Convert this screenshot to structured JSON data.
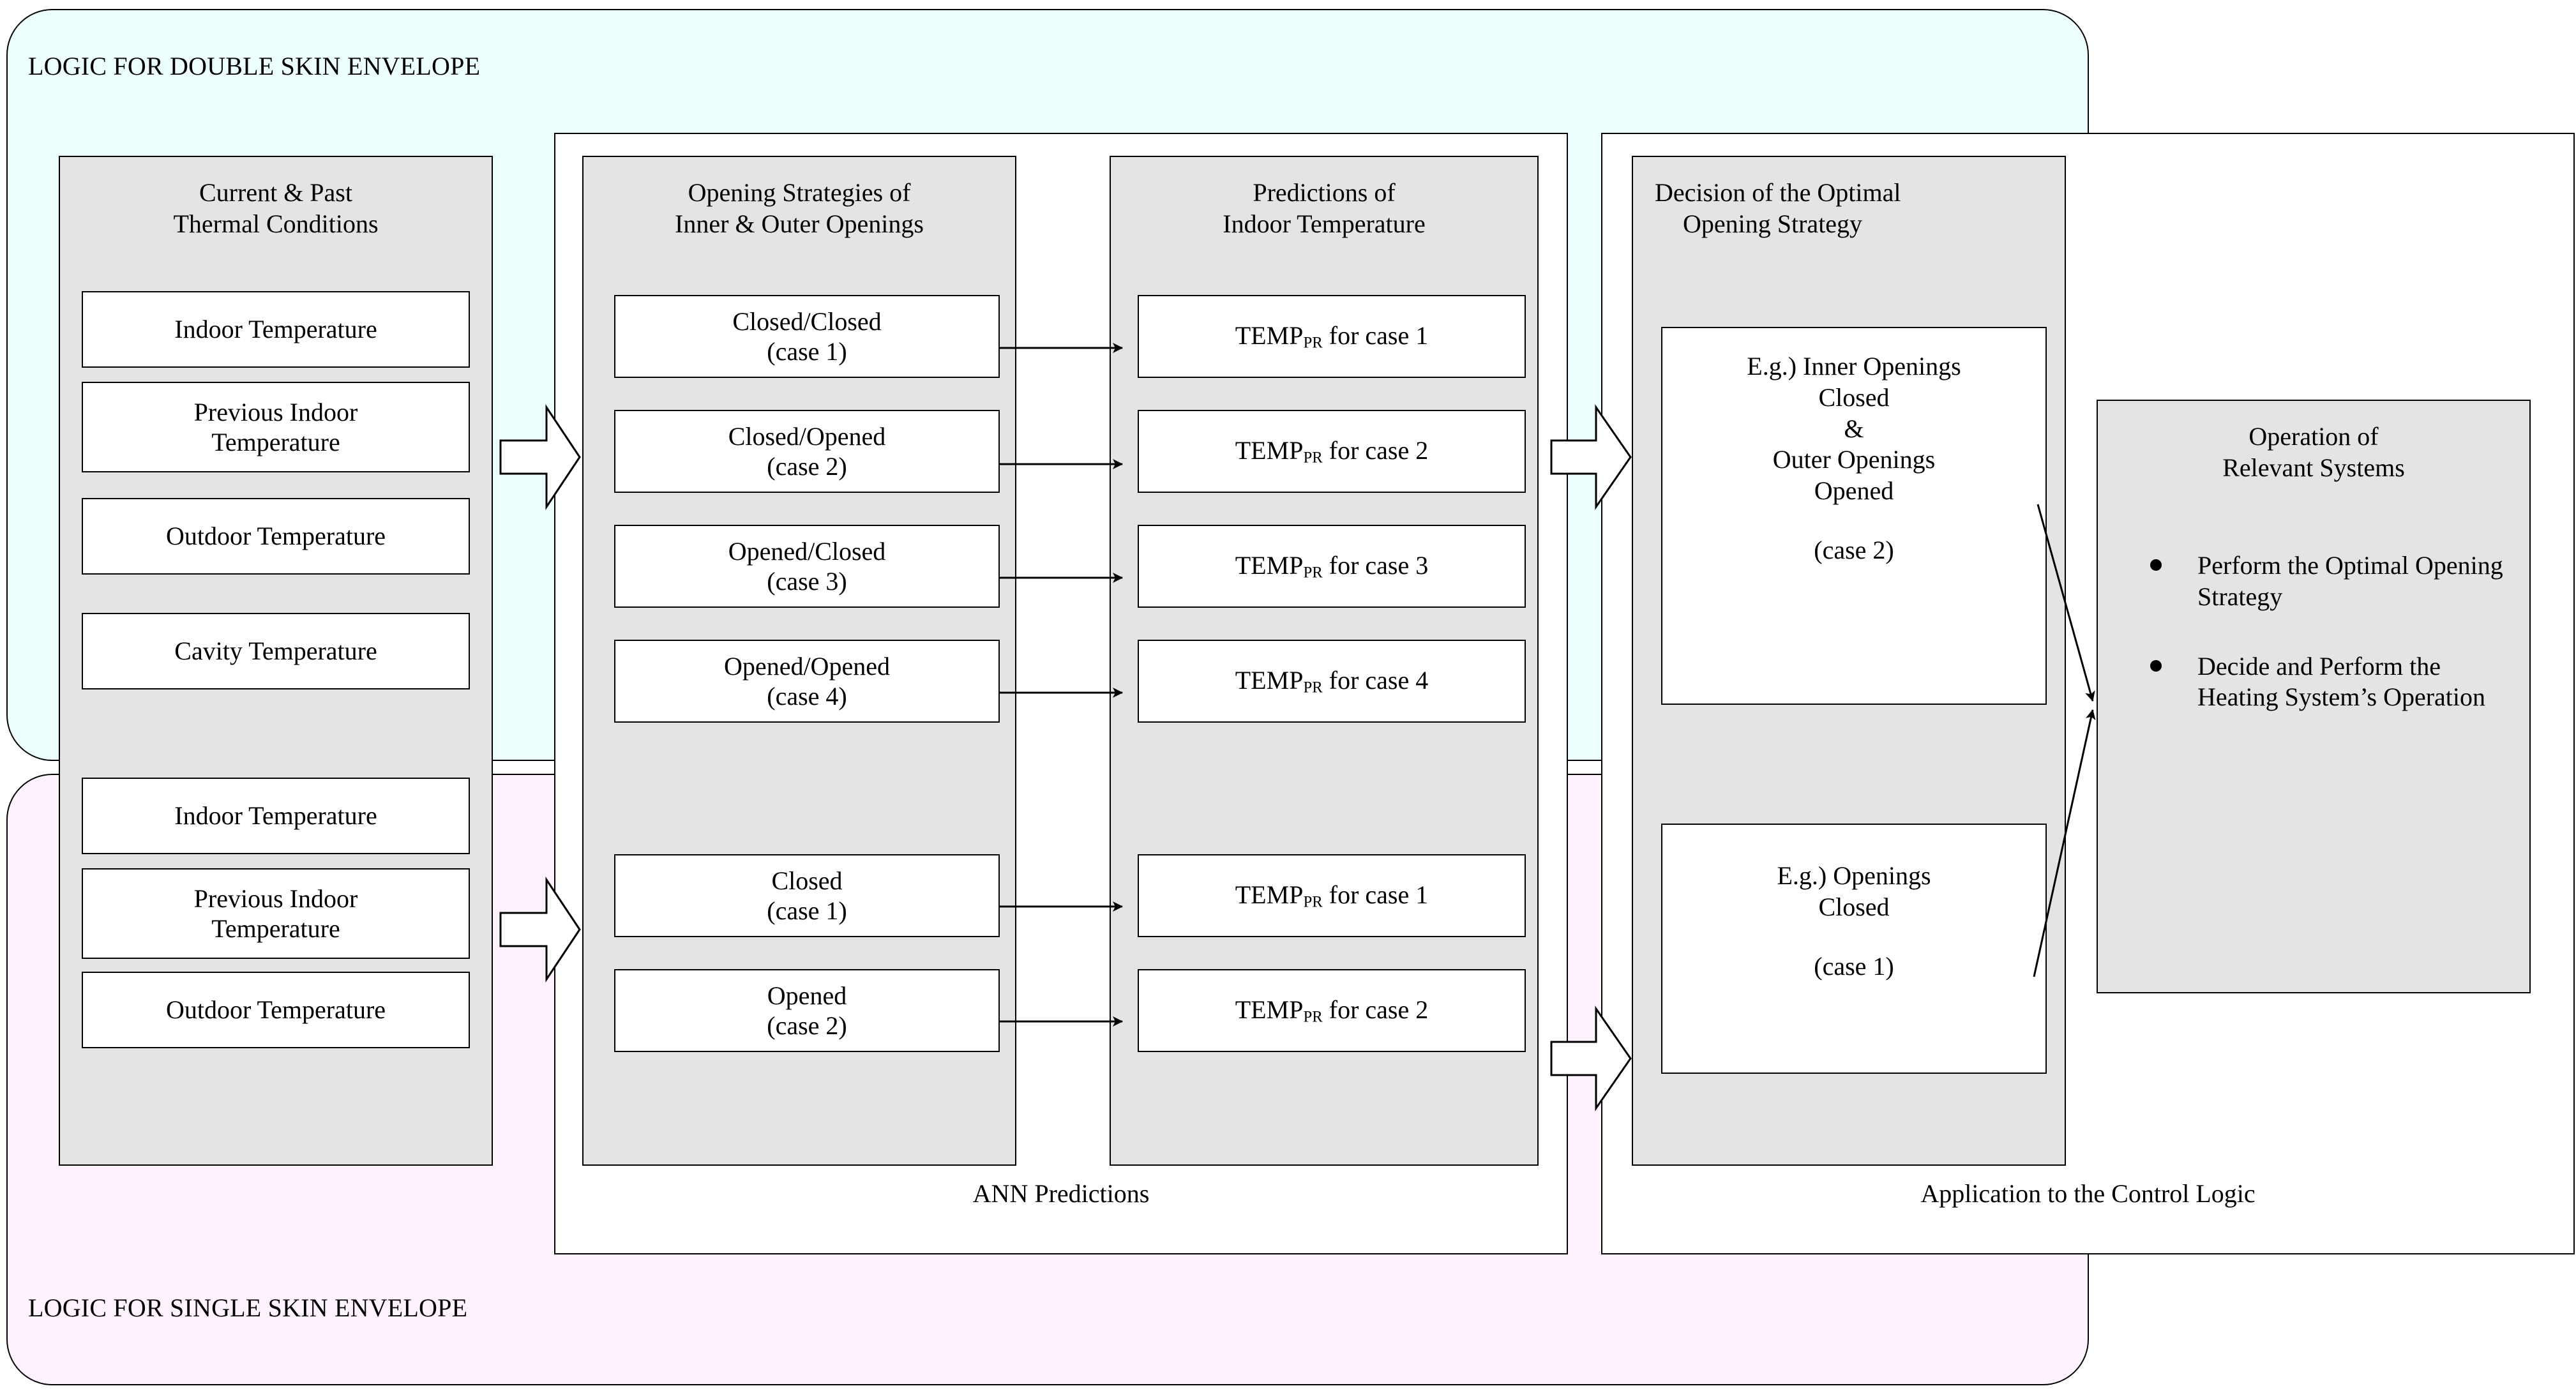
{
  "envelopes": {
    "double": {
      "label": "LOGIC FOR DOUBLE SKIN ENVELOPE",
      "color": "#EDFEFE"
    },
    "single": {
      "label": "LOGIC FOR SINGLE SKIN ENVELOPE",
      "color": "#FDF2FD"
    }
  },
  "panels": {
    "ann": {
      "caption": "ANN Predictions"
    },
    "control": {
      "caption": "Application to the Control Logic"
    }
  },
  "groups": {
    "inputs": {
      "title_line1": "Current & Past",
      "title_line2": "Thermal Conditions"
    },
    "strategies": {
      "title_line1": "Opening Strategies of",
      "title_line2": "Inner & Outer Openings"
    },
    "predictions": {
      "title_line1": "Predictions of",
      "title_line2": "Indoor Temperature"
    },
    "decision": {
      "title_line1": "Decision of the Optimal",
      "title_line2": "Opening Strategy"
    },
    "operation": {
      "title_line1": "Operation of",
      "title_line2": "Relevant Systems"
    }
  },
  "inputs": {
    "double": [
      {
        "line1": "Indoor Temperature",
        "line2": ""
      },
      {
        "line1": "Previous Indoor",
        "line2": "Temperature"
      },
      {
        "line1": "Outdoor Temperature",
        "line2": ""
      },
      {
        "line1": "Cavity Temperature",
        "line2": ""
      }
    ],
    "single": [
      {
        "line1": "Indoor Temperature",
        "line2": ""
      },
      {
        "line1": "Previous Indoor",
        "line2": "Temperature"
      },
      {
        "line1": "Outdoor Temperature",
        "line2": ""
      }
    ]
  },
  "strategies": {
    "double": [
      {
        "line1": "Closed/Closed",
        "line2": "(case 1)"
      },
      {
        "line1": "Closed/Opened",
        "line2": "(case 2)"
      },
      {
        "line1": "Opened/Closed",
        "line2": "(case 3)"
      },
      {
        "line1": "Opened/Opened",
        "line2": "(case 4)"
      }
    ],
    "single": [
      {
        "line1": "Closed",
        "line2": "(case 1)"
      },
      {
        "line1": "Opened",
        "line2": "(case 2)"
      }
    ]
  },
  "predictions": {
    "double": [
      {
        "symbol": "TEMP",
        "subscript": "PR",
        "suffix": "for case 1"
      },
      {
        "symbol": "TEMP",
        "subscript": "PR",
        "suffix": "for case 2"
      },
      {
        "symbol": "TEMP",
        "subscript": "PR",
        "suffix": "for case 3"
      },
      {
        "symbol": "TEMP",
        "subscript": "PR",
        "suffix": "for case 4"
      }
    ],
    "single": [
      {
        "symbol": "TEMP",
        "subscript": "PR",
        "suffix": "for case 1"
      },
      {
        "symbol": "TEMP",
        "subscript": "PR",
        "suffix": "for case 2"
      }
    ]
  },
  "decisions": [
    {
      "lines": [
        "E.g.) Inner Openings",
        "Closed",
        "&",
        "Outer Openings",
        "Opened"
      ],
      "case": "(case 2)"
    },
    {
      "lines": [
        "E.g.) Openings",
        "Closed"
      ],
      "case": "(case 1)"
    }
  ],
  "operation_bullets": [
    "Perform the Optimal Opening Strategy",
    "Decide and Perform the Heating System’s Operation"
  ],
  "colors": {
    "group_fill": "#E4E4E4",
    "item_fill": "#FFFFFF",
    "stroke": "#000000",
    "page_bg": "#FFFFFF"
  }
}
